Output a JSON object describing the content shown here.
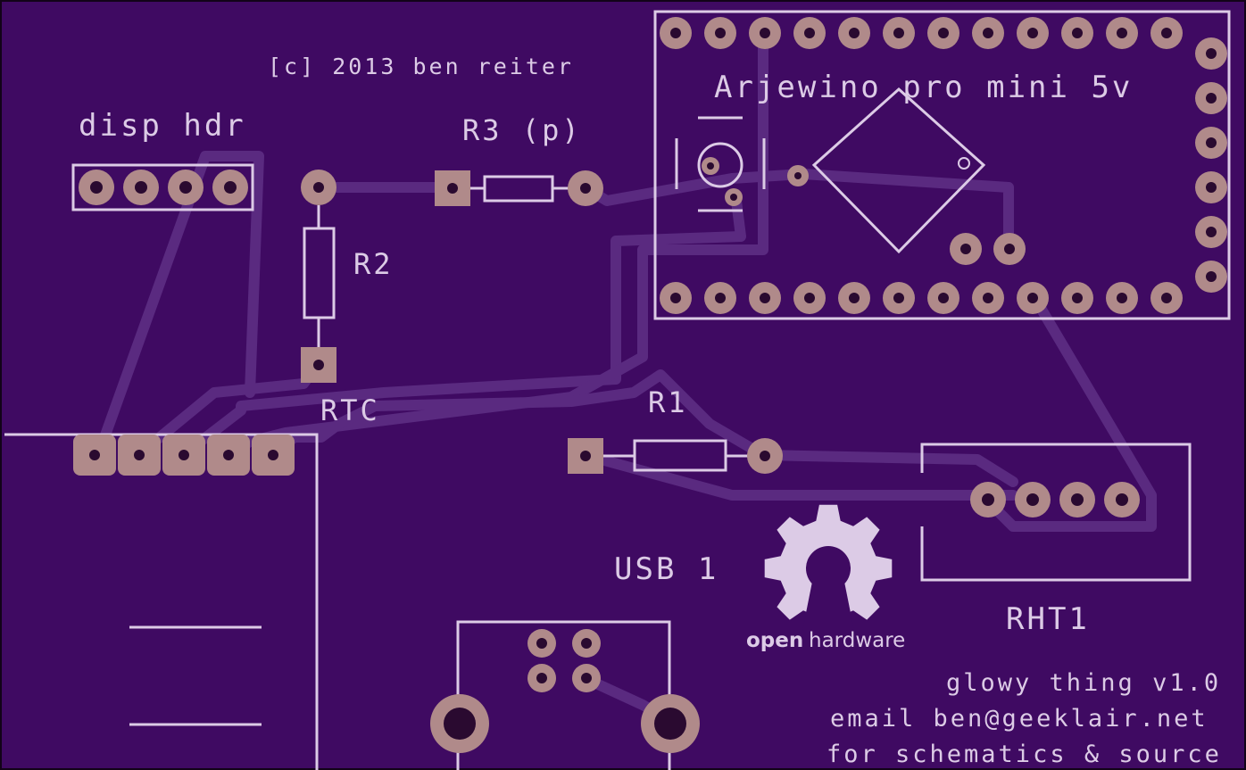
{
  "board": {
    "copyright": "[c] 2013 ben reiter",
    "colors": {
      "board": "#3f0a62",
      "silkscreen": "#dccbe6",
      "trace": "#5a2a80",
      "pad": "#b08a8a",
      "drill": "#2a0a30"
    }
  },
  "labels": {
    "disp_hdr": "disp hdr",
    "r3": "R3 (p)",
    "r2": "R2",
    "rtc": "RTC",
    "r1": "R1",
    "usb": "USB 1",
    "rht": "RHT1",
    "arduino": "Arjewino pro mini 5v"
  },
  "logo": {
    "icon": "open-hardware-gear-icon",
    "word1": "open",
    "word2": "hardware"
  },
  "footer": {
    "line1": "glowy thing v1.0",
    "line2": "email ben@geeklair.net",
    "line3": "for schematics & source"
  }
}
